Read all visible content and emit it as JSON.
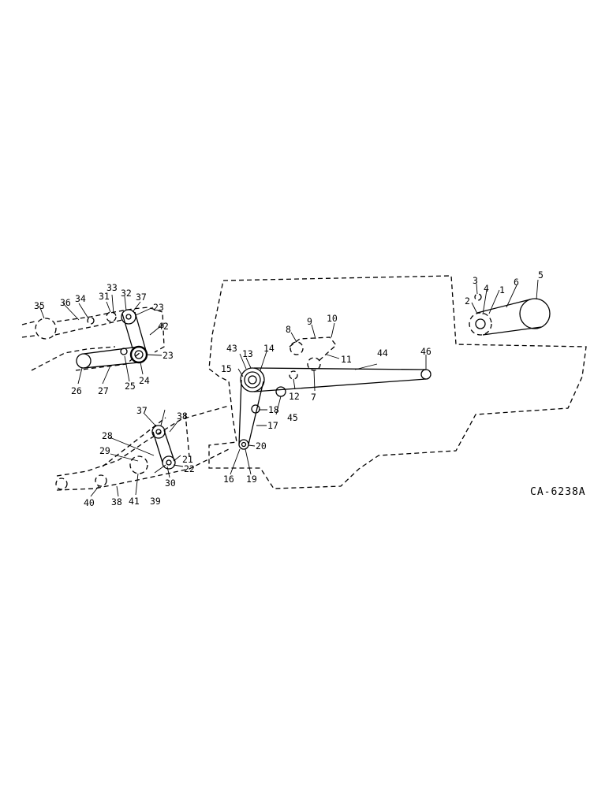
{
  "drawing_code": "CA-6238A",
  "callouts": {
    "c1": "1",
    "c2": "2",
    "c3": "3",
    "c4": "4",
    "c5": "5",
    "c6": "6",
    "c7": "7",
    "c8": "8",
    "c9": "9",
    "c10": "10",
    "c11": "11",
    "c12": "12",
    "c13": "13",
    "c14": "14",
    "c15": "15",
    "c16": "16",
    "c17": "17",
    "c18": "18",
    "c19": "19",
    "c20": "20",
    "c21": "21",
    "c22": "22",
    "c23a": "23",
    "c23b": "23",
    "c24": "24",
    "c25": "25",
    "c26": "26",
    "c27": "27",
    "c28": "28",
    "c29": "29",
    "c30": "30",
    "c31": "31",
    "c32": "32",
    "c33": "33",
    "c34": "34",
    "c35": "35",
    "c36": "36",
    "c37a": "37",
    "c37b": "37",
    "c38a": "38",
    "c38b": "38",
    "c39": "39",
    "c40": "40",
    "c41": "41",
    "c42": "42",
    "c43": "43",
    "c44": "44",
    "c45": "45",
    "c46": "46"
  }
}
